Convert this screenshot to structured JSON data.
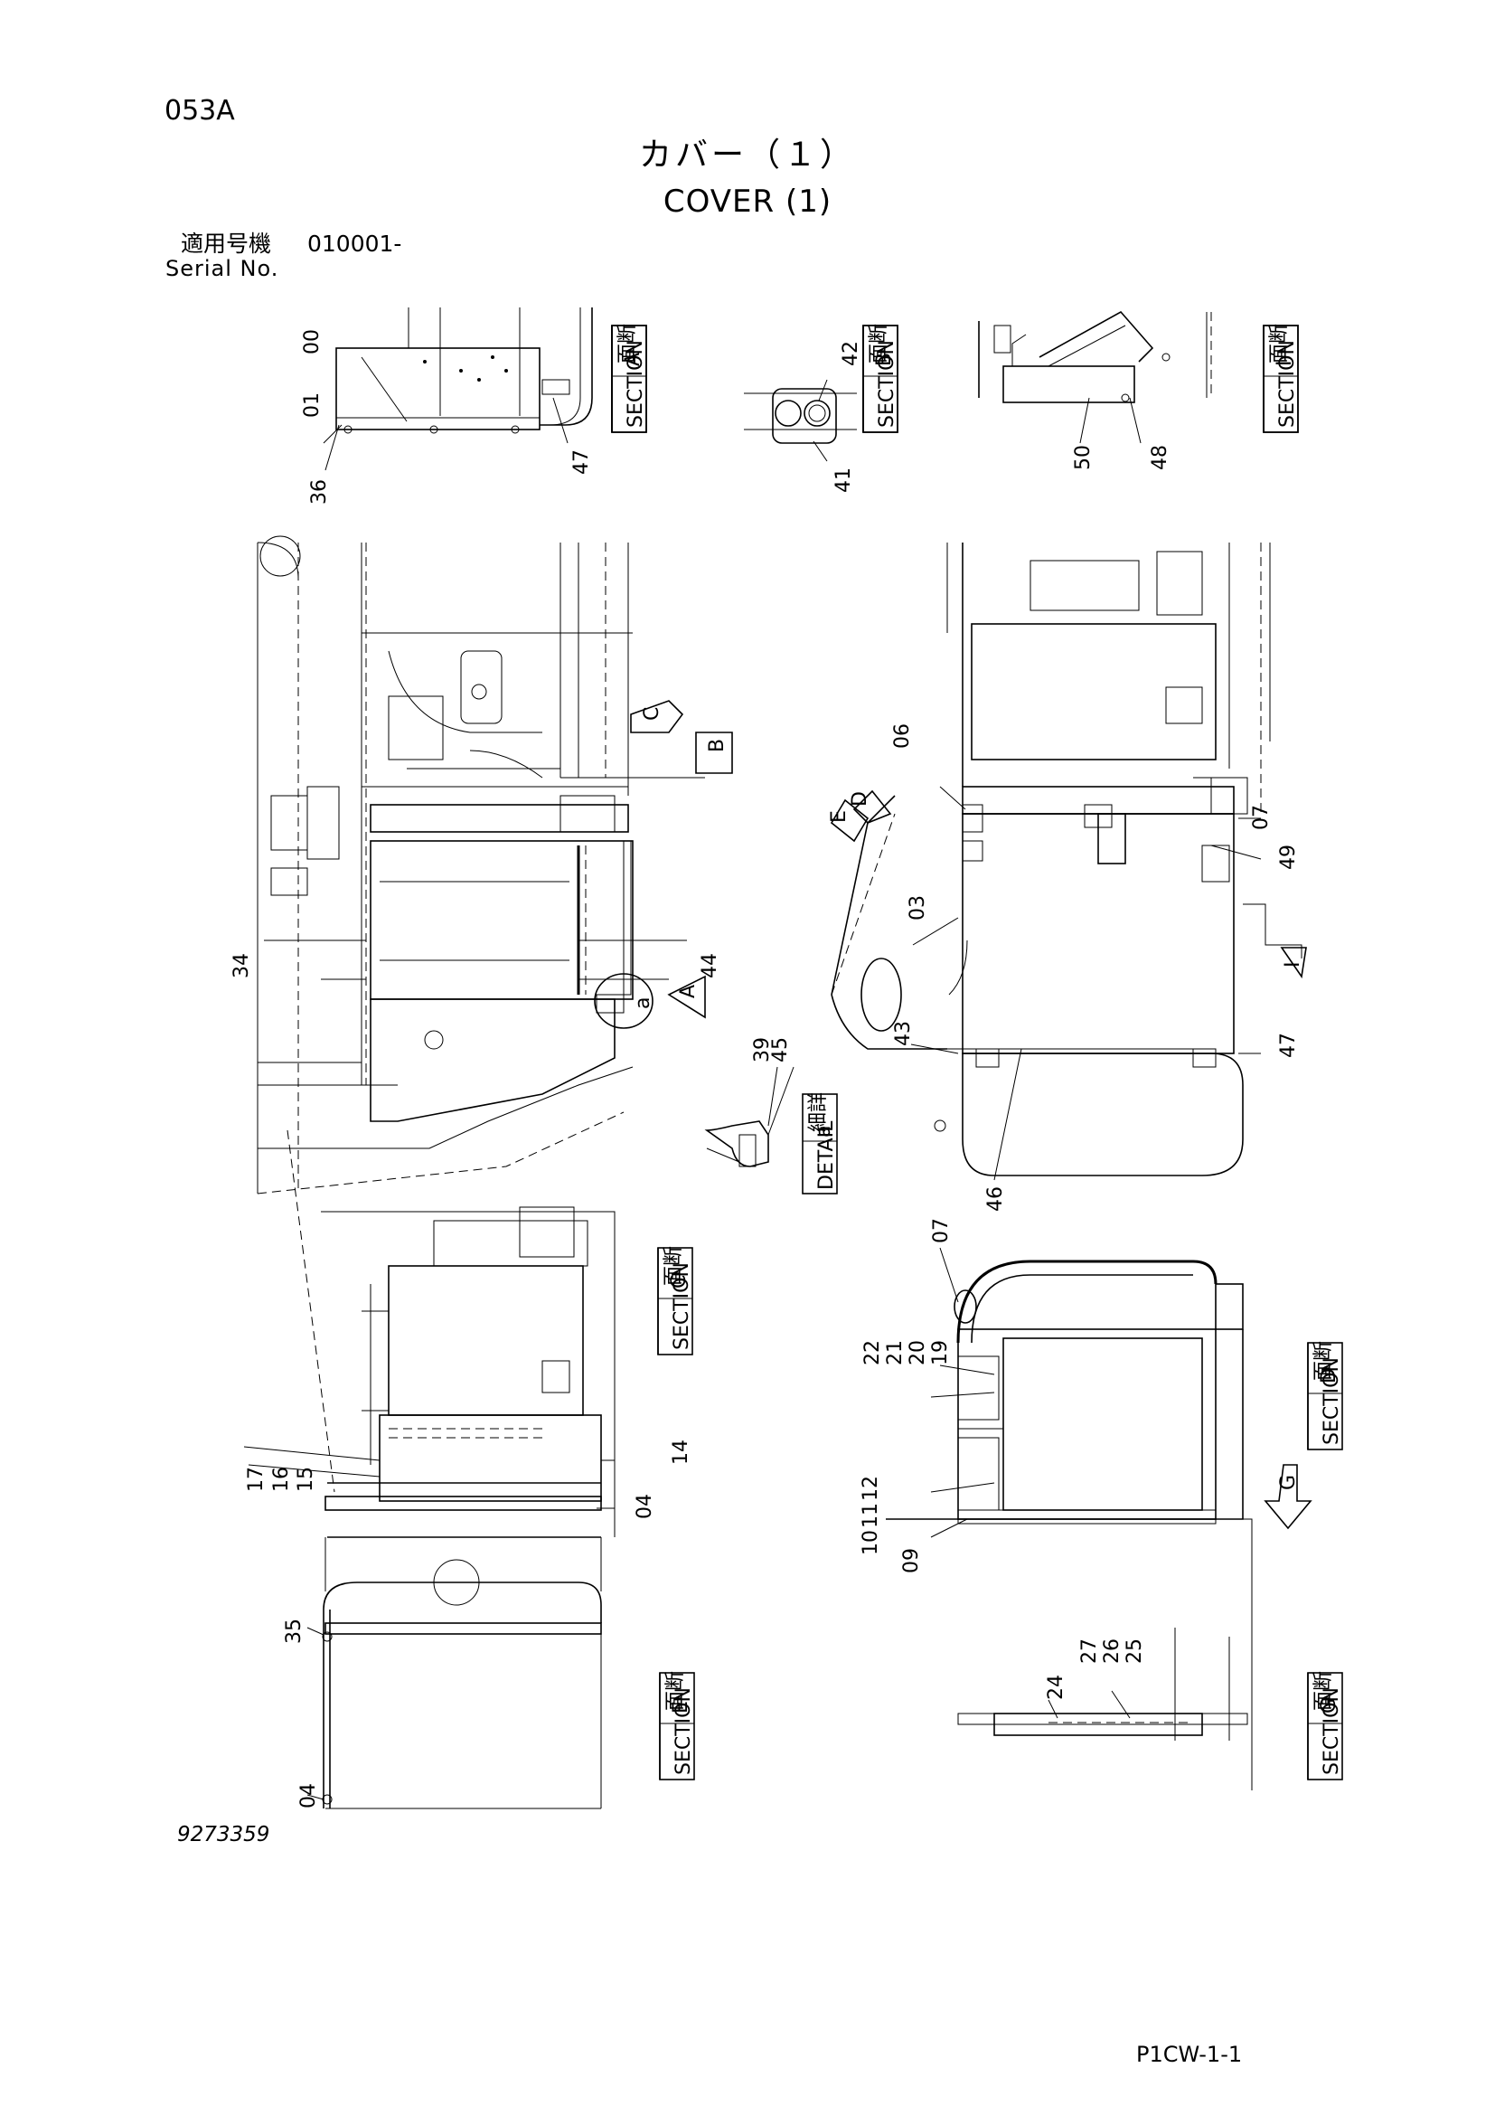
{
  "header": {
    "page_code": "053A",
    "title_jp": "カバー（１）",
    "title_en": "COVER (1)",
    "serial_label_jp": "適用号機",
    "serial_value": "010001-",
    "serial_label_en": "Serial No."
  },
  "footer": {
    "drawing_number": "9273359",
    "sheet_reference": "P1CW-1-1"
  },
  "section_tag": {
    "kanji_1": "断",
    "kanji_2": "面",
    "word": "SECTION"
  },
  "detail_tag": {
    "kanji_1": "詳",
    "kanji_2": "細",
    "word": "DETAIL"
  },
  "sections": {
    "A": "A",
    "B": "B",
    "C": "C",
    "D": "D",
    "E": "E",
    "G": "G",
    "I": "I"
  },
  "details": {
    "a": "a"
  },
  "view_markers": {
    "A": "A",
    "B": "B",
    "C": "C",
    "D": "D",
    "E": "E",
    "G": "G",
    "I": "I",
    "a": "a"
  },
  "part_numbers": [
    "00",
    "01",
    "03",
    "04",
    "04",
    "06",
    "07",
    "07",
    "09",
    "10",
    "11",
    "12",
    "14",
    "15",
    "16",
    "17",
    "19",
    "20",
    "21",
    "22",
    "24",
    "25",
    "26",
    "27",
    "34",
    "35",
    "36",
    "39",
    "41",
    "42",
    "43",
    "44",
    "45",
    "46",
    "47",
    "47",
    "48",
    "49",
    "50"
  ]
}
